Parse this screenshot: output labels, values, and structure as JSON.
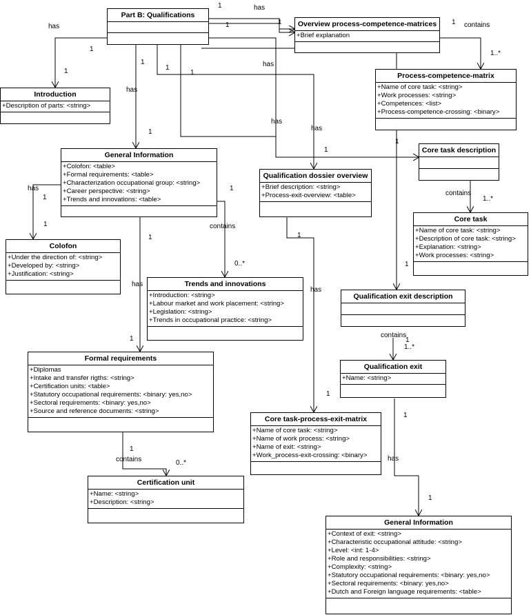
{
  "classes": [
    {
      "id": "part-b",
      "name": "Part B: Qualifications",
      "attributes": []
    },
    {
      "id": "overview-pcm",
      "name": "Overview process-competence-matrices",
      "attributes": [
        "+Brief explanation"
      ]
    },
    {
      "id": "pcm",
      "name": "Process-competence-matrix",
      "attributes": [
        "+Name of core task: <string>",
        "+Work processes: <string>",
        "+Competences: <list>",
        "+Process-competence-crossing: <binary>"
      ]
    },
    {
      "id": "introduction",
      "name": "Introduction",
      "attributes": [
        "+Description of parts: <string>"
      ]
    },
    {
      "id": "general-info",
      "name": "General Information",
      "attributes": [
        "+Colofon: <table>",
        "+Formal requirements: <table>",
        "+Characterization occupational group: <string>",
        "+Career perspective: <string>",
        "+Trends and innovations: <table>"
      ]
    },
    {
      "id": "colofon",
      "name": "Colofon",
      "attributes": [
        "+Under the direction of: <string>",
        "+Developed by: <string>",
        "+Justification: <string>"
      ]
    },
    {
      "id": "trends",
      "name": "Trends and innovations",
      "attributes": [
        "+Introduction: <string>",
        "+Labour market and work placement: <string>",
        "+Legislation: <string>",
        "+Trends in occupational practice: <string>"
      ]
    },
    {
      "id": "formal-req",
      "name": "Formal requirements",
      "attributes": [
        "+Diplomas",
        "+Intake and transfer rigths: <string>",
        "+Certification units: <table>",
        "+Statutory occupational requirements: <binary: yes,no>",
        "+Sectoral requirements: <binary: yes,no>",
        "+Source and reference documents: <string>"
      ]
    },
    {
      "id": "cert-unit",
      "name": "Certification unit",
      "attributes": [
        "+Name: <string>",
        "+Description: <string>"
      ]
    },
    {
      "id": "qdo",
      "name": "Qualification dossier overview",
      "attributes": [
        "+Brief description: <string>",
        "+Process-exit-overview: <table>"
      ]
    },
    {
      "id": "ctd",
      "name": "Core task description",
      "attributes": []
    },
    {
      "id": "core-task",
      "name": "Core task",
      "attributes": [
        "+Name of core task: <string>",
        "+Description of core task: <string>",
        "+Explanation: <string>",
        "+Work processes: <string>"
      ]
    },
    {
      "id": "qed",
      "name": "Qualification exit description",
      "attributes": []
    },
    {
      "id": "qexit",
      "name": "Qualification exit",
      "attributes": [
        "+Name: <string>"
      ]
    },
    {
      "id": "ctpem",
      "name": "Core task-process-exit-matrix",
      "attributes": [
        "+Name of core task: <string>",
        "+Name of work process: <string>",
        "+Name of exit: <string>",
        "+Work_process-exit-crossing: <binary>"
      ]
    },
    {
      "id": "general-info-2",
      "name": "General Information",
      "attributes": [
        "+Context of exit: <string>",
        "+Characteristic occupational attitude: <string>",
        "+Level: <int: 1-4>",
        "+Role and responsibilities: <string>",
        "+Complexity: <string>",
        "+Statutory occupational requirements: <binary: yes,no>",
        "+Sectoral requirements: <binary: yes,no>",
        "+Dutch and Foreign language requirements: <table>"
      ]
    }
  ],
  "labels": [
    {
      "id": "has-overview",
      "text": "has"
    },
    {
      "id": "m1-overview-src",
      "text": "1"
    },
    {
      "id": "m1-overview-dst",
      "text": "1"
    },
    {
      "id": "contains-pcm",
      "text": "contains"
    },
    {
      "id": "m1-pcm-src",
      "text": "1"
    },
    {
      "id": "m1n-pcm",
      "text": "1..*"
    },
    {
      "id": "has-intro",
      "text": "has"
    },
    {
      "id": "m1-intro-src",
      "text": "1"
    },
    {
      "id": "m1-intro-dst",
      "text": "1"
    },
    {
      "id": "has-geninfo",
      "text": "has"
    },
    {
      "id": "m1-geninfo-src",
      "text": "1"
    },
    {
      "id": "m1-geninfo-dst",
      "text": "1"
    },
    {
      "id": "m1-misc-a",
      "text": "1"
    },
    {
      "id": "m1-misc-b",
      "text": "1"
    },
    {
      "id": "has-qdo",
      "text": "has"
    },
    {
      "id": "has-qdo-2",
      "text": "has"
    },
    {
      "id": "has-qdo-3",
      "text": "has"
    },
    {
      "id": "m1-ctd-src",
      "text": "1"
    },
    {
      "id": "m1-ctd-dst",
      "text": "1"
    },
    {
      "id": "contains-coretask",
      "text": "contains"
    },
    {
      "id": "m1-coretask-src",
      "text": "1"
    },
    {
      "id": "m1n-coretask",
      "text": "1..*"
    },
    {
      "id": "has-colofon",
      "text": "has"
    },
    {
      "id": "m1-colofon-src",
      "text": "1"
    },
    {
      "id": "m1-colofon-dst",
      "text": "1"
    },
    {
      "id": "contains-trends",
      "text": "contains"
    },
    {
      "id": "m1-trends-src",
      "text": "1"
    },
    {
      "id": "m0n-trends",
      "text": "0..*"
    },
    {
      "id": "has-formalreq",
      "text": "has"
    },
    {
      "id": "m1-formalreq-src",
      "text": "1"
    },
    {
      "id": "m1-formalreq-dst",
      "text": "1"
    },
    {
      "id": "has-ctpem",
      "text": "has"
    },
    {
      "id": "m1-ctpem-src",
      "text": "1"
    },
    {
      "id": "m1-ctpem-dst",
      "text": "1"
    },
    {
      "id": "m1-qed-dst",
      "text": "1"
    },
    {
      "id": "contains-qexit",
      "text": "contains"
    },
    {
      "id": "m1-qexit-src",
      "text": "1"
    },
    {
      "id": "m1n-qexit",
      "text": "1..*"
    },
    {
      "id": "contains-certunit",
      "text": "contains"
    },
    {
      "id": "m1-certunit-src",
      "text": "1"
    },
    {
      "id": "m0n-certunit",
      "text": "0..*"
    },
    {
      "id": "has-geninfo2",
      "text": "has"
    },
    {
      "id": "m1-geninfo2-src",
      "text": "1"
    },
    {
      "id": "m1-geninfo2-dst",
      "text": "1"
    }
  ]
}
